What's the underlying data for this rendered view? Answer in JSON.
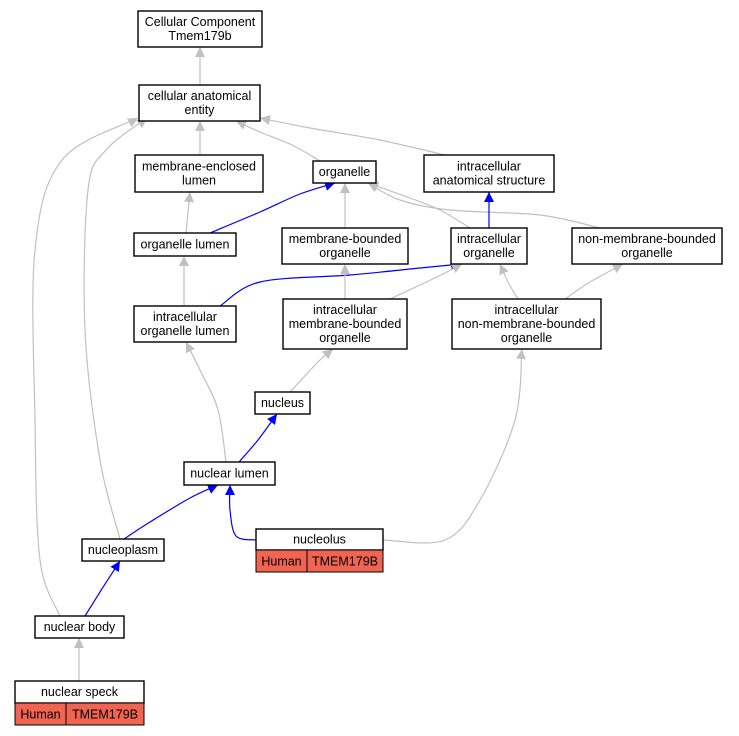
{
  "colors": {
    "is_a_edge": "#c0c0c0",
    "part_of_edge": "#0000ff",
    "annotation_fill": "#f26452"
  },
  "nodes": [
    {
      "id": "cc",
      "lines": [
        "Cellular Component",
        "Tmem179b"
      ]
    },
    {
      "id": "cae",
      "lines": [
        "cellular anatomical",
        "entity"
      ]
    },
    {
      "id": "mel",
      "lines": [
        "membrane-enclosed",
        "lumen"
      ]
    },
    {
      "id": "org",
      "lines": [
        "organelle"
      ]
    },
    {
      "id": "ias",
      "lines": [
        "intracellular",
        "anatomical structure"
      ]
    },
    {
      "id": "orgl",
      "lines": [
        "organelle lumen"
      ]
    },
    {
      "id": "mbo",
      "lines": [
        "membrane-bounded",
        "organelle"
      ]
    },
    {
      "id": "io",
      "lines": [
        "intracellular",
        "organelle"
      ]
    },
    {
      "id": "nmbo",
      "lines": [
        "non-membrane-bounded",
        "organelle"
      ]
    },
    {
      "id": "iol",
      "lines": [
        "intracellular",
        "organelle lumen"
      ]
    },
    {
      "id": "imbo",
      "lines": [
        "intracellular",
        "membrane-bounded",
        "organelle"
      ]
    },
    {
      "id": "inmbo",
      "lines": [
        "intracellular",
        "non-membrane-bounded",
        "organelle"
      ]
    },
    {
      "id": "nuc",
      "lines": [
        "nucleus"
      ]
    },
    {
      "id": "nl",
      "lines": [
        "nuclear lumen"
      ]
    },
    {
      "id": "nucleolus",
      "lines": [
        "nucleolus"
      ],
      "annotation": [
        "Human",
        "TMEM179B"
      ]
    },
    {
      "id": "np",
      "lines": [
        "nucleoplasm"
      ]
    },
    {
      "id": "nb",
      "lines": [
        "nuclear body"
      ]
    },
    {
      "id": "ns",
      "lines": [
        "nuclear speck"
      ],
      "annotation": [
        "Human",
        "TMEM179B"
      ]
    }
  ],
  "edges": [
    {
      "from": "cae",
      "to": "cc",
      "type": "is_a"
    },
    {
      "from": "mel",
      "to": "cae",
      "type": "is_a"
    },
    {
      "from": "org",
      "to": "cae",
      "type": "is_a"
    },
    {
      "from": "ias",
      "to": "cae",
      "type": "is_a"
    },
    {
      "from": "np",
      "to": "cae",
      "type": "is_a"
    },
    {
      "from": "nb",
      "to": "cae",
      "type": "is_a"
    },
    {
      "from": "orgl",
      "to": "mel",
      "type": "is_a"
    },
    {
      "from": "orgl",
      "to": "org",
      "type": "part_of"
    },
    {
      "from": "mbo",
      "to": "org",
      "type": "is_a"
    },
    {
      "from": "io",
      "to": "org",
      "type": "is_a"
    },
    {
      "from": "nmbo",
      "to": "org",
      "type": "is_a"
    },
    {
      "from": "io",
      "to": "ias",
      "type": "part_of"
    },
    {
      "from": "iol",
      "to": "orgl",
      "type": "is_a"
    },
    {
      "from": "iol",
      "to": "io",
      "type": "part_of"
    },
    {
      "from": "imbo",
      "to": "mbo",
      "type": "is_a"
    },
    {
      "from": "imbo",
      "to": "io",
      "type": "is_a"
    },
    {
      "from": "inmbo",
      "to": "io",
      "type": "is_a"
    },
    {
      "from": "inmbo",
      "to": "nmbo",
      "type": "is_a"
    },
    {
      "from": "nuc",
      "to": "imbo",
      "type": "is_a"
    },
    {
      "from": "nl",
      "to": "nuc",
      "type": "part_of"
    },
    {
      "from": "nl",
      "to": "iol",
      "type": "is_a"
    },
    {
      "from": "nucleolus",
      "to": "nl",
      "type": "part_of"
    },
    {
      "from": "nucleolus",
      "to": "inmbo",
      "type": "is_a"
    },
    {
      "from": "np",
      "to": "nl",
      "type": "part_of"
    },
    {
      "from": "nb",
      "to": "np",
      "type": "part_of"
    },
    {
      "from": "ns",
      "to": "nb",
      "type": "is_a"
    }
  ]
}
